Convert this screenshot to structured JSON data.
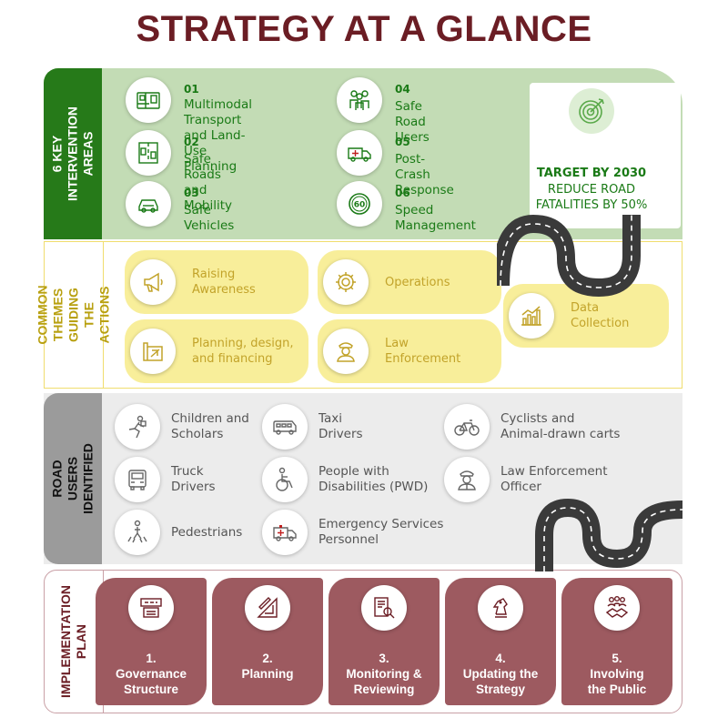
{
  "title": "STRATEGY AT A GLANCE",
  "colors": {
    "title": "#6b1d24",
    "green_dark": "#267a19",
    "green_light": "#c3dcb5",
    "green_text": "#1a7a16",
    "yellow_card": "#f8ee9a",
    "yellow_text": "#c2a32a",
    "gray_bg": "#ececec",
    "gray_side": "#9b9b9b",
    "maroon_card": "#9d5a60",
    "road": "#3a3a3a"
  },
  "intervention": {
    "side_label": "6 KEY\nINTERVENTION AREAS",
    "areas": [
      {
        "num": "01",
        "label": "Multimodal Transport\nand Land-Use Planning",
        "icon": "city-map-icon"
      },
      {
        "num": "02",
        "label": "Safe Roads and Mobility",
        "icon": "road-lanes-icon"
      },
      {
        "num": "03",
        "label": "Safe Vehicles",
        "icon": "car-icon"
      },
      {
        "num": "04",
        "label": "Safe Road Users",
        "icon": "people-group-icon"
      },
      {
        "num": "05",
        "label": "Post-Crash Response",
        "icon": "ambulance-icon"
      },
      {
        "num": "06",
        "label": "Speed Management",
        "icon": "speed-limit-sign-icon"
      }
    ],
    "target": {
      "icon": "target-icon",
      "title": "TARGET BY 2030",
      "text": "REDUCE ROAD\nFATALITIES BY 50%"
    }
  },
  "themes": {
    "side_label": "COMMON THEMES\nGUIDING THE\nACTIONS",
    "items": [
      {
        "label": "Raising\nAwareness",
        "icon": "megaphone-icon"
      },
      {
        "label": "Operations",
        "icon": "gear-icon"
      },
      {
        "label": "Data\nCollection",
        "icon": "bar-chart-icon"
      },
      {
        "label": "Planning, design,\nand financing",
        "icon": "blueprint-icon"
      },
      {
        "label": "Law\nEnforcement",
        "icon": "police-officer-icon"
      }
    ]
  },
  "users": {
    "side_label": "ROAD USERS\nIDENTIFIED",
    "items": [
      {
        "label": "Children and\nScholars",
        "icon": "running-child-icon"
      },
      {
        "label": "Taxi\nDrivers",
        "icon": "minibus-taxi-icon"
      },
      {
        "label": "Cyclists and\nAnimal-drawn carts",
        "icon": "bicycle-icon"
      },
      {
        "label": "Truck\nDrivers",
        "icon": "truck-icon"
      },
      {
        "label": "People with\nDisabilities (PWD)",
        "icon": "wheelchair-icon"
      },
      {
        "label": "Law Enforcement\nOfficer",
        "icon": "officer-icon"
      },
      {
        "label": "Pedestrians",
        "icon": "pedestrian-crossing-icon"
      },
      {
        "label": "Emergency Services\nPersonnel",
        "icon": "emergency-vehicle-icon"
      }
    ]
  },
  "implementation": {
    "side_label": "IMPLEMENTATION\nPLAN",
    "steps": [
      {
        "label": "1.\nGovernance\nStructure",
        "icon": "governance-board-icon"
      },
      {
        "label": "2.\nPlanning",
        "icon": "planning-ruler-icon"
      },
      {
        "label": "3.\nMonitoring &\nReviewing",
        "icon": "document-magnifier-icon"
      },
      {
        "label": "4.\nUpdating the\nStrategy",
        "icon": "chess-knight-icon"
      },
      {
        "label": "5.\nInvolving\nthe Public",
        "icon": "handshake-people-icon"
      }
    ]
  }
}
